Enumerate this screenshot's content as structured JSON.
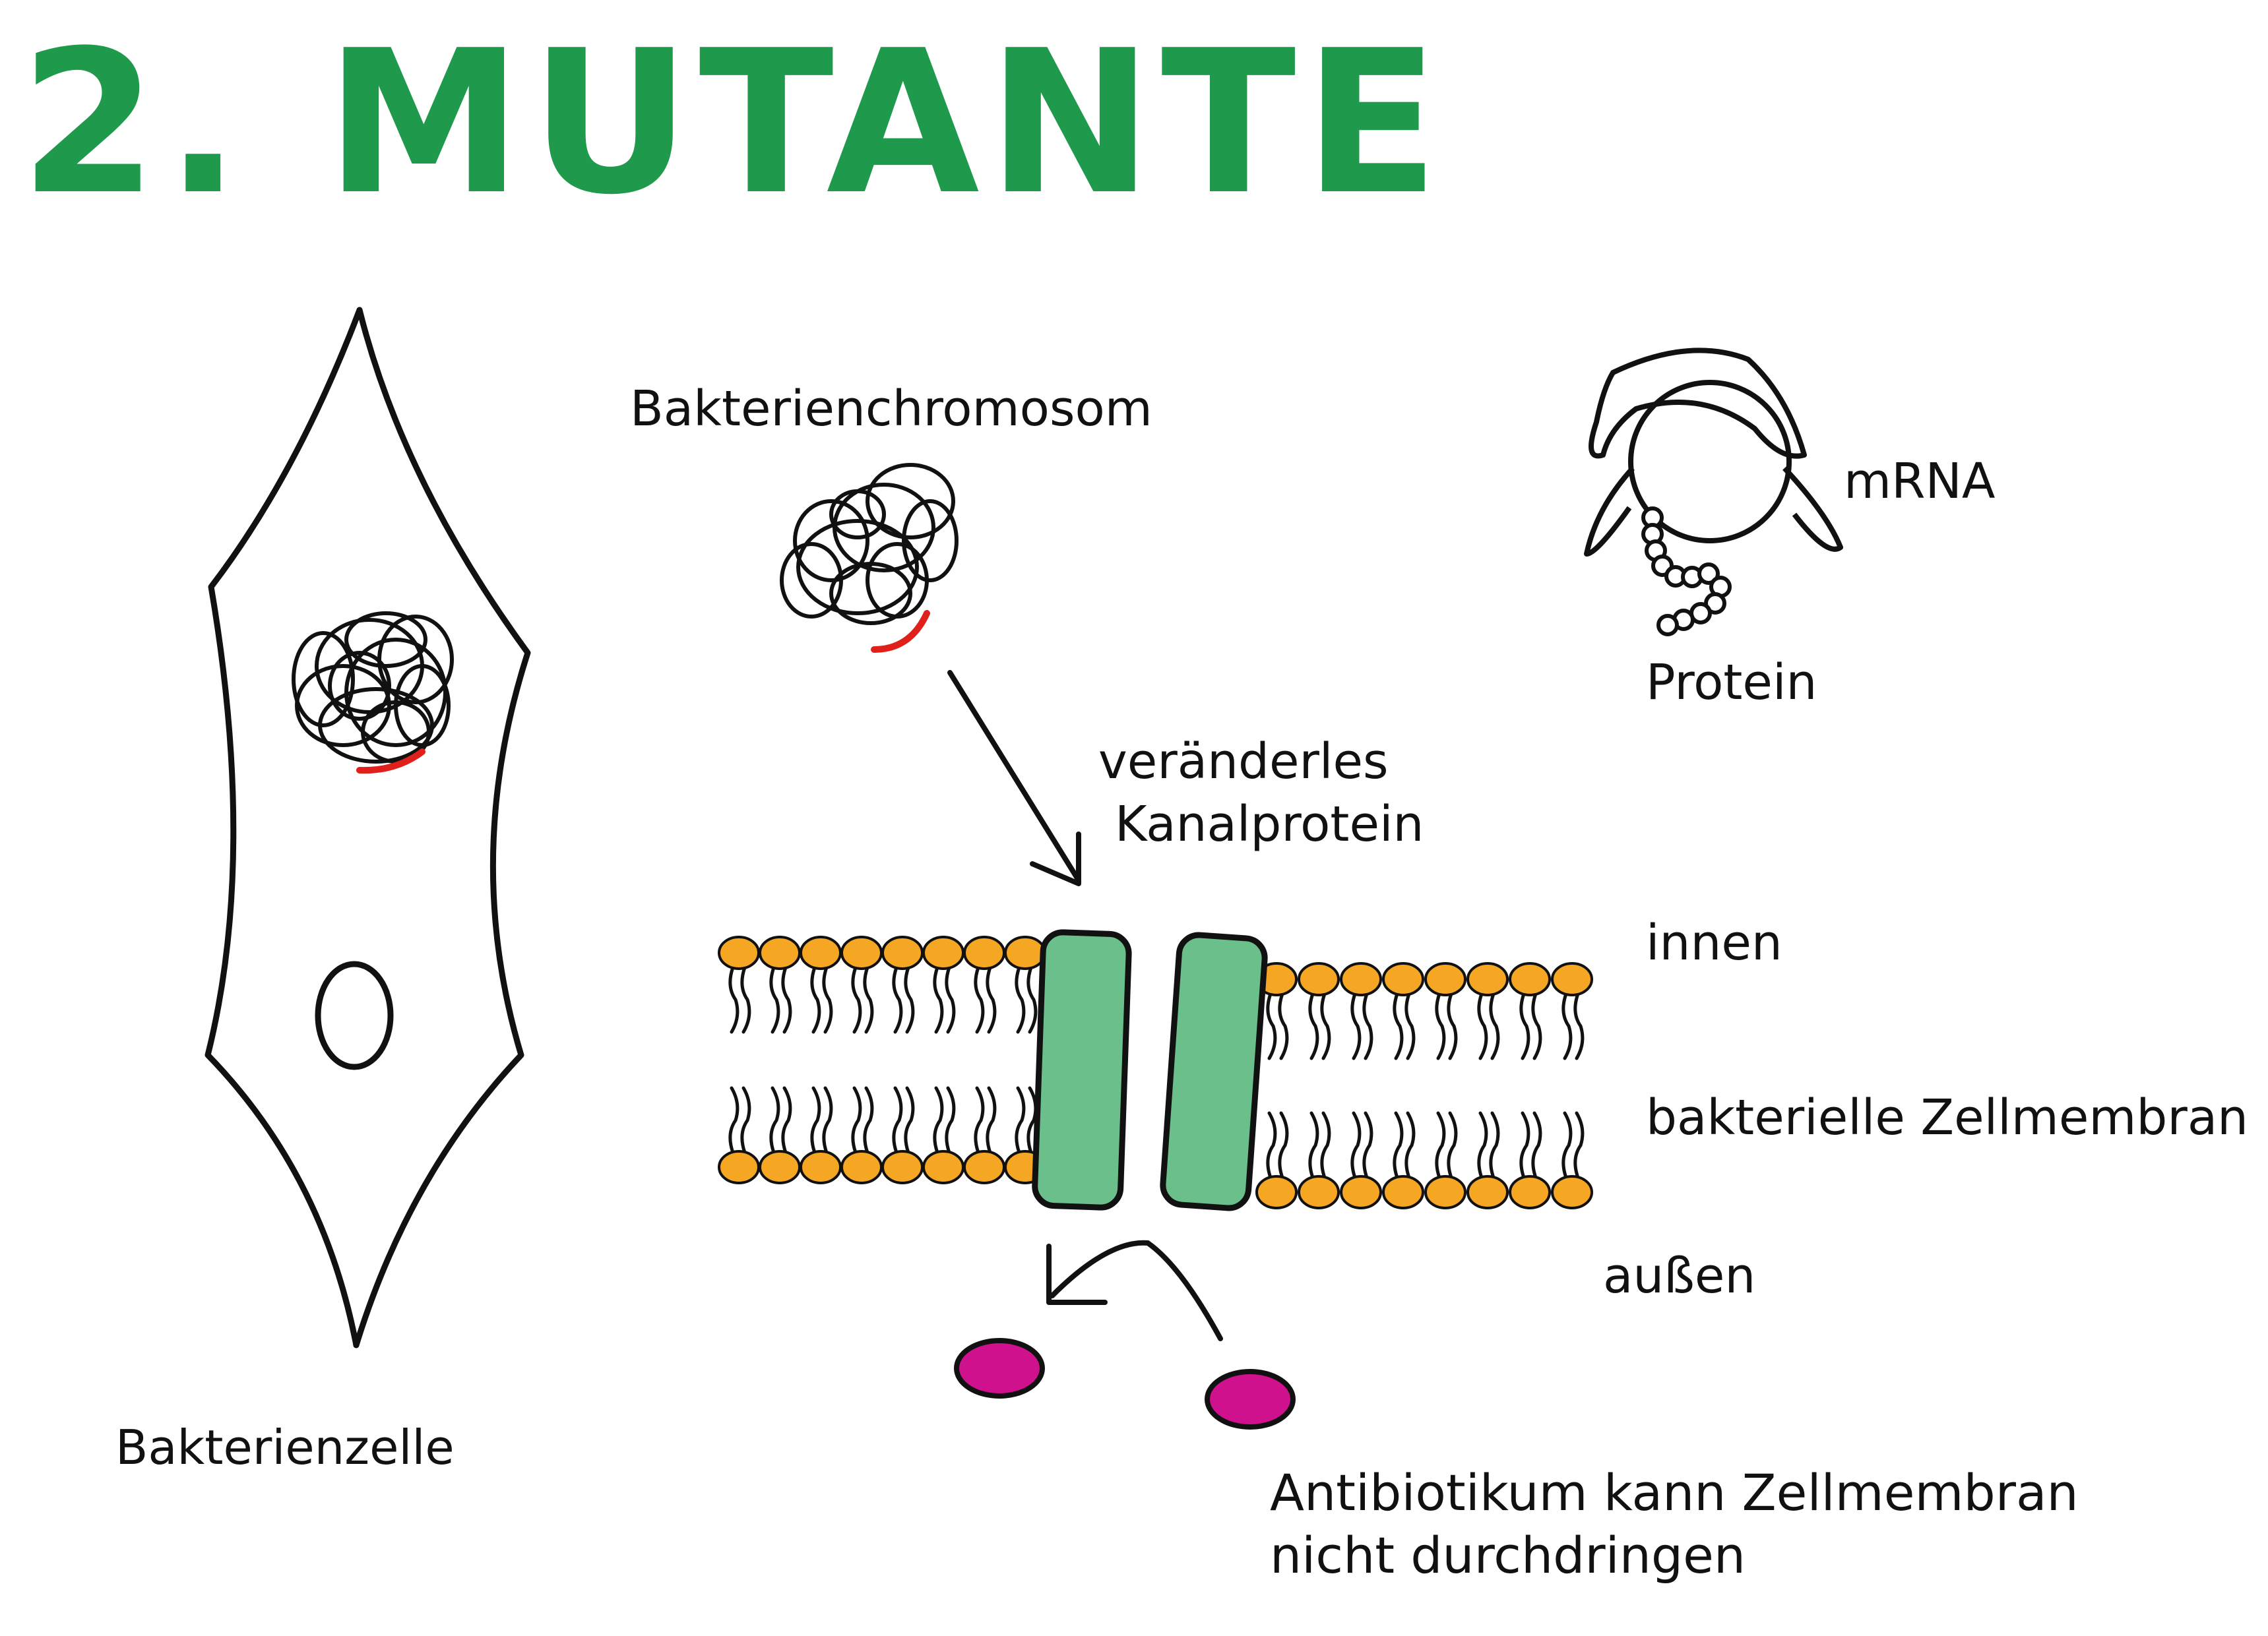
{
  "title": "2. MUTANTE",
  "labels": {
    "chromosome": "Bakterienchromosom",
    "mrna": "mRNA",
    "protein": "Protein",
    "changed_protein_line1": "veränderles",
    "changed_protein_line2": "Kanalprotein",
    "inside": "innen",
    "membrane": "bakterielle Zellmembran",
    "outside": "außen",
    "cell": "Bakterienzelle",
    "antibiotic_line1": "Antibiotikum kann Zellmembran",
    "antibiotic_line2": "nicht durchdringen"
  },
  "colors": {
    "title_green": "#1f9a4c",
    "ink": "#111111",
    "mutation_red": "#e0201a",
    "lipid_head": "#f5a623",
    "channel_green": "#6bbf8a",
    "antibiotic_magenta": "#d0118e"
  }
}
